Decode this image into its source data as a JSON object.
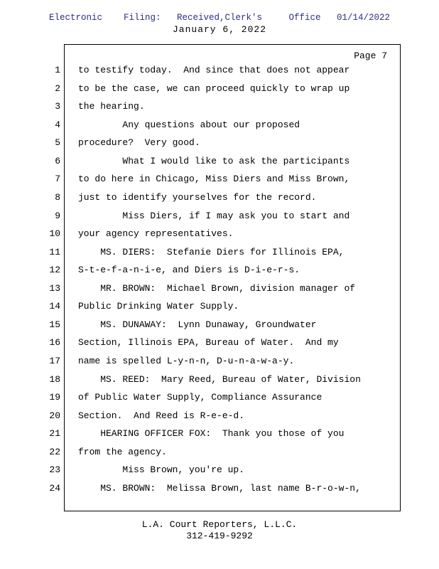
{
  "header": {
    "filing_stamp": "Electronic    Filing:   Received,Clerk's     Office   01/14/2022",
    "date_line": "January 6, 2022"
  },
  "transcript": {
    "page_label": "Page 7",
    "lines": [
      {
        "no": "1",
        "text": "to testify today.  And since that does not appear"
      },
      {
        "no": "2",
        "text": "to be the case, we can proceed quickly to wrap up"
      },
      {
        "no": "3",
        "text": "the hearing."
      },
      {
        "no": "4",
        "text": "        Any questions about our proposed"
      },
      {
        "no": "5",
        "text": "procedure?  Very good."
      },
      {
        "no": "6",
        "text": "        What I would like to ask the participants"
      },
      {
        "no": "7",
        "text": "to do here in Chicago, Miss Diers and Miss Brown,"
      },
      {
        "no": "8",
        "text": "just to identify yourselves for the record."
      },
      {
        "no": "9",
        "text": "        Miss Diers, if I may ask you to start and"
      },
      {
        "no": "10",
        "text": "your agency representatives."
      },
      {
        "no": "11",
        "text": "    MS. DIERS:  Stefanie Diers for Illinois EPA,"
      },
      {
        "no": "12",
        "text": "S-t-e-f-a-n-i-e, and Diers is D-i-e-r-s."
      },
      {
        "no": "13",
        "text": "    MR. BROWN:  Michael Brown, division manager of"
      },
      {
        "no": "14",
        "text": "Public Drinking Water Supply."
      },
      {
        "no": "15",
        "text": "    MS. DUNAWAY:  Lynn Dunaway, Groundwater"
      },
      {
        "no": "16",
        "text": "Section, Illinois EPA, Bureau of Water.  And my"
      },
      {
        "no": "17",
        "text": "name is spelled L-y-n-n, D-u-n-a-w-a-y."
      },
      {
        "no": "18",
        "text": "    MS. REED:  Mary Reed, Bureau of Water, Division"
      },
      {
        "no": "19",
        "text": "of Public Water Supply, Compliance Assurance"
      },
      {
        "no": "20",
        "text": "Section.  And Reed is R-e-e-d."
      },
      {
        "no": "21",
        "text": "    HEARING OFFICER FOX:  Thank you those of you"
      },
      {
        "no": "22",
        "text": "from the agency."
      },
      {
        "no": "23",
        "text": "        Miss Brown, you're up."
      },
      {
        "no": "24",
        "text": "    MS. BROWN:  Melissa Brown, last name B-r-o-w-n,"
      }
    ]
  },
  "footer": {
    "company": "L.A. Court Reporters, L.L.C.",
    "phone": "312-419-9292"
  }
}
